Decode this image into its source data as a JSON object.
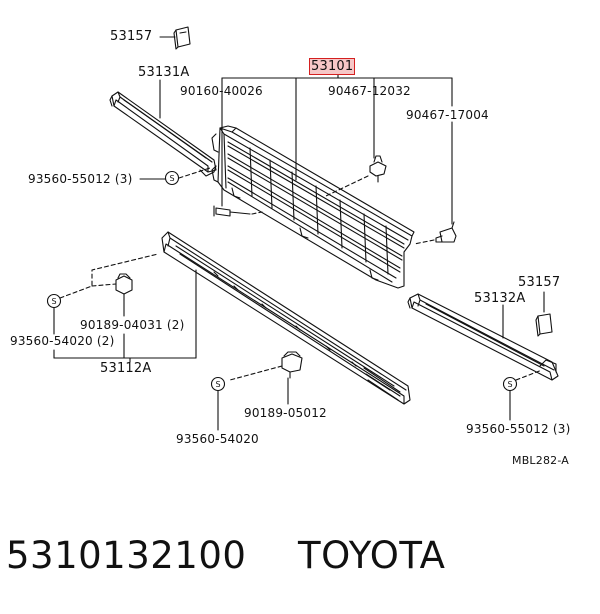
{
  "parts": {
    "p53157_top": "53157",
    "p53131a": "53131A",
    "p53101": "53101",
    "p90160": "90160-40026",
    "p90467_12032": "90467-12032",
    "p90467_17004": "90467-17004",
    "p93560_55012_left": "93560-55012 (3)",
    "p53157_right": "53157",
    "p53132a": "53132A",
    "p90189_04031": "90189-04031 (2)",
    "p93560_54020_left": "93560-54020 (2)",
    "p53112a": "53112A",
    "p90189_05012": "90189-05012",
    "p93560_54020_bottom": "93560-54020",
    "p93560_55012_right": "93560-55012 (3)",
    "ref_code": "MBL282-A"
  },
  "clip_symbol": "S",
  "highlight_color": "#d42020",
  "footer": {
    "part_number": "5310132100",
    "brand": "TOYOTA"
  }
}
